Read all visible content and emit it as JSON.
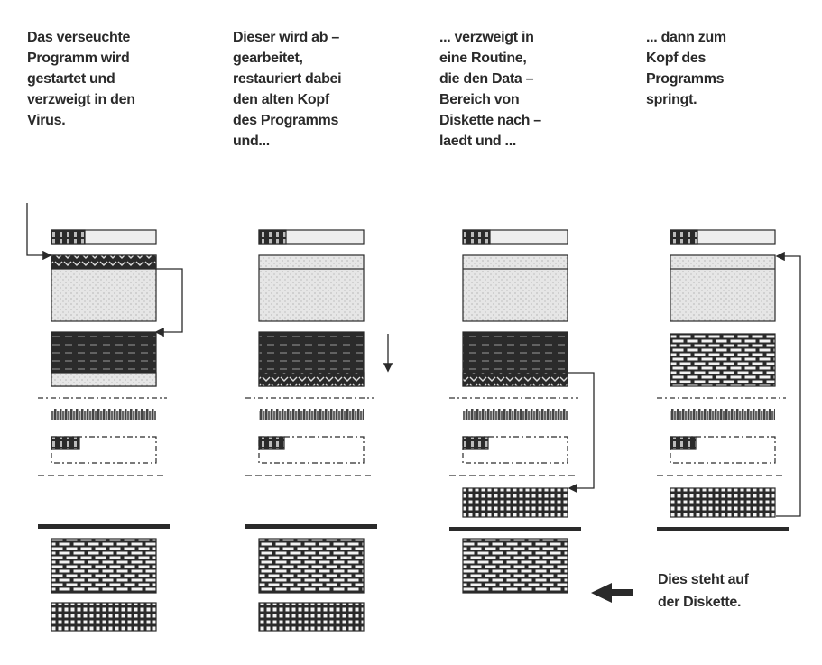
{
  "captions": [
    {
      "lines": [
        "Das verseuchte",
        "Programm wird",
        "gestartet und",
        "verzweigt in den",
        "Virus."
      ]
    },
    {
      "lines": [
        "Dieser wird ab –",
        "gearbeitet,",
        "restauriert dabei",
        "den alten Kopf",
        "des Programms",
        "und..."
      ]
    },
    {
      "lines": [
        "... verzweigt in",
        "eine Routine,",
        "die den Data –",
        "Bereich von",
        "Diskette nach –",
        "laedt und ..."
      ]
    },
    {
      "lines": [
        "... dann zum",
        "Kopf des",
        "Programms",
        "springt."
      ]
    }
  ],
  "note": {
    "lines": [
      "Dies steht auf",
      "der Diskette."
    ]
  },
  "colors": {
    "ink": "#2a2a2a",
    "light": "#e4e4e4"
  }
}
